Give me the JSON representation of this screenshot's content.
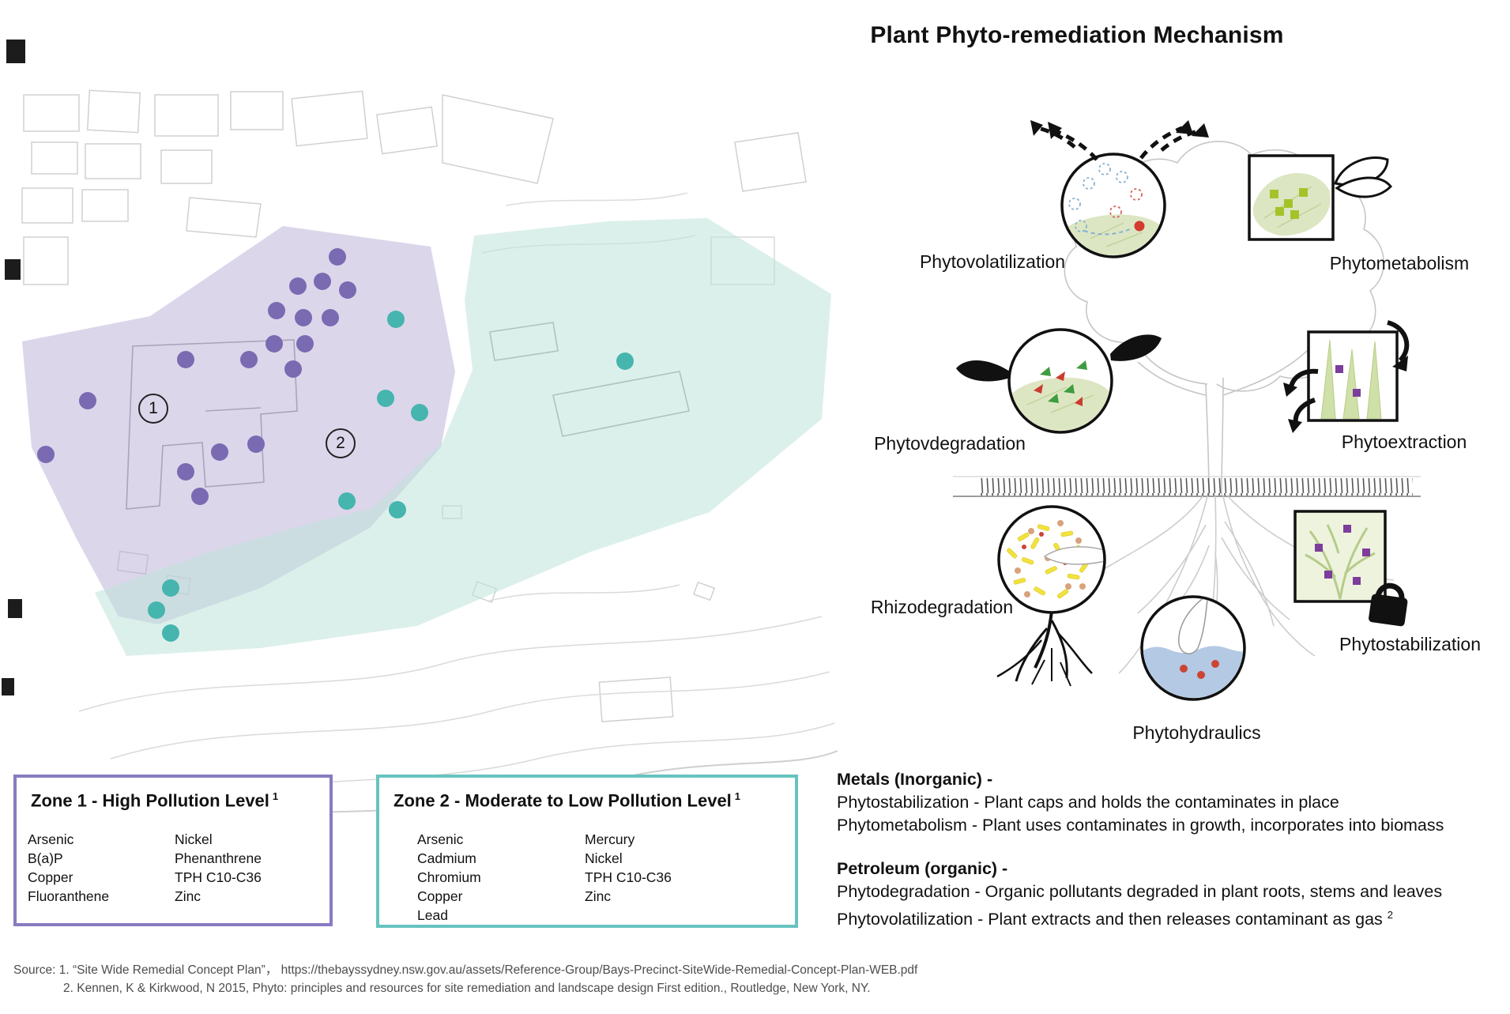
{
  "title": "Plant Phyto-remediation Mechanism",
  "map": {
    "marker1": "1",
    "marker2": "2",
    "zone1_fill_color": "#b9aed8",
    "zone2_fill_color": "#bfe3db",
    "zone1_dot_color": "#7a6ab2",
    "zone2_dot_color": "#45b5ae"
  },
  "mechanisms": [
    {
      "label": "Phytovolatilization",
      "icon": "phytovolatilization-icon"
    },
    {
      "label": "Phytometabolism",
      "icon": "phytometabolism-icon"
    },
    {
      "label": "Phytovdegradation",
      "icon": "phytodegradation-icon"
    },
    {
      "label": "Phytoextraction",
      "icon": "phytoextraction-icon"
    },
    {
      "label": "Rhizodegradation",
      "icon": "rhizodegradation-icon"
    },
    {
      "label": "Phytostabilization",
      "icon": "phytostabilization-icon"
    },
    {
      "label": "Phytohydraulics",
      "icon": "phytohydraulics-icon"
    }
  ],
  "zones": [
    {
      "title": "Zone 1 - High Pollution Level",
      "sup": "1",
      "border_color": "#8a7bc0",
      "col1": [
        "Arsenic",
        "B(a)P",
        "Copper",
        "Fluoranthene"
      ],
      "col2": [
        "Nickel",
        "Phenanthrene",
        "TPH C10-C36",
        "Zinc"
      ]
    },
    {
      "title": "Zone 2 - Moderate to Low Pollution Level",
      "sup": "1",
      "border_color": "#67c3bf",
      "col1": [
        "Arsenic",
        "Cadmium",
        "Chromium",
        "Copper",
        "Lead"
      ],
      "col2": [
        "Mercury",
        "Nickel",
        "TPH C10-C36",
        "Zinc"
      ]
    }
  ],
  "notes": {
    "metals_heading": "Metals (Inorganic) -",
    "metals_lines": [
      "Phytostabilization - Plant caps and holds the contaminates in place",
      "Phytometabolism - Plant uses contaminates in growth, incorporates into biomass"
    ],
    "petroleum_heading": "Petroleum (organic) -",
    "petroleum_lines": [
      "Phytodegradation - Organic pollutants degraded in plant roots, stems and leaves",
      "Phytovolatilization - Plant extracts and then releases contaminant as gas"
    ],
    "petroleum_sup": "2"
  },
  "source": {
    "line1": "Source: 1. “Site Wide Remedial Concept Plan”， https://thebayssydney.nsw.gov.au/assets/Reference-Group/Bays-Precinct-SiteWide-Remedial-Concept-Plan-WEB.pdf",
    "line2": "2. Kennen, K & Kirkwood, N 2015, Phyto: principles and resources for site remediation and landscape design First edition., Routledge, New York, NY."
  }
}
